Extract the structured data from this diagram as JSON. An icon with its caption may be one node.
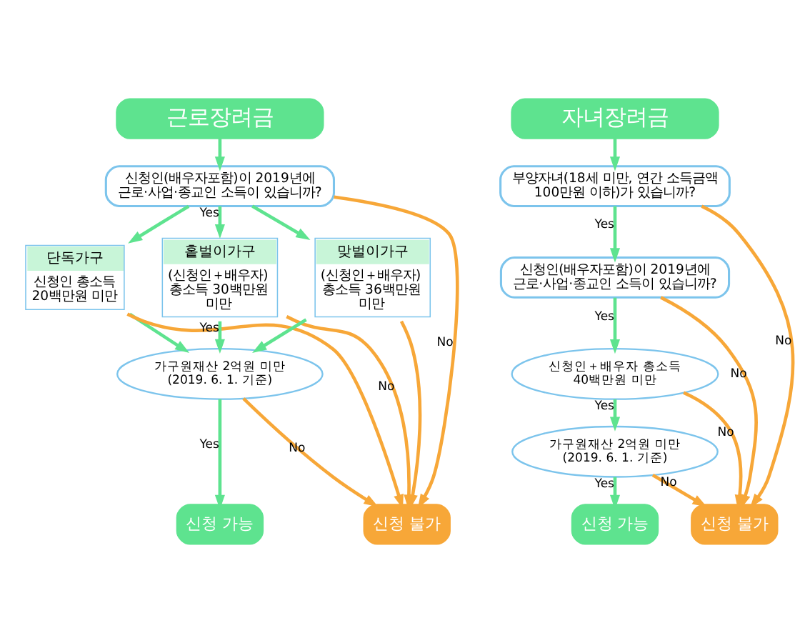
{
  "diagram": {
    "nodes": [
      {
        "text": [
          "근로장려금"
        ]
      },
      {
        "text": [
          "신청인(배우자포함)이 2019년에 근로·사업·종교인 소득이 있습니까?"
        ]
      },
      {
        "text": [
          "단독가구",
          "신청인 총소득 20백만원 미만"
        ]
      },
      {
        "text": [
          "홑벌이가구",
          "(신청인＋배우자) 총소득 30백만원 미만"
        ]
      },
      {
        "text": [
          "맞벌이가구",
          "(신청인＋배우자) 총소득 36백만원 미만"
        ]
      },
      {
        "text": [
          "가구원재산 2억원 미만 (2019. 6. 1. 기준)"
        ]
      },
      {
        "text": [
          "신청 가능"
        ]
      },
      {
        "text": [
          "신청 불가"
        ]
      },
      {
        "text": [
          "자녀장려금"
        ]
      },
      {
        "text": [
          "부양자녀(18세 미만, 연간 소득금액 100만원 이하)가 있습니까?"
        ]
      },
      {
        "text": [
          "신청인(배우자포함)이 2019년에 근로·사업·종교인 소득이 있습니까?"
        ]
      },
      {
        "text": [
          "신청인＋배우자 총소득 40백만원 미만"
        ]
      },
      {
        "text": [
          "가구원재산 2억원 미만 (2019. 6. 1. 기준)"
        ]
      },
      {
        "text": [
          "신청 가능"
        ]
      },
      {
        "text": [
          "신청 불가"
        ]
      }
    ],
    "edges": [
      {
        "from": 0,
        "to": 1,
        "arrow": "to"
      },
      {
        "from": 1,
        "to": 2,
        "arrow": "to"
      },
      {
        "from": 1,
        "to": 3,
        "arrow": "to",
        "label": "Yes"
      },
      {
        "from": 1,
        "to": 4,
        "arrow": "to"
      },
      {
        "from": 1,
        "to": 7,
        "arrow": "to",
        "label": "No",
        "color": "#f7a738"
      },
      {
        "from": 2,
        "to": 5,
        "arrow": "to"
      },
      {
        "from": 3,
        "to": 5,
        "arrow": "to",
        "label": "Yes"
      },
      {
        "from": 4,
        "to": 5,
        "arrow": "to"
      },
      {
        "from": 2,
        "to": 7,
        "arrow": "to",
        "color": "#f7a738"
      },
      {
        "from": 3,
        "to": 7,
        "arrow": "to",
        "label": "No",
        "color": "#f7a738"
      },
      {
        "from": 4,
        "to": 7,
        "arrow": "to",
        "color": "#f7a738"
      },
      {
        "from": 5,
        "to": 6,
        "arrow": "to",
        "label": "Yes"
      },
      {
        "from": 5,
        "to": 7,
        "arrow": "to",
        "label": "No",
        "color": "#f7a738"
      },
      {
        "from": 8,
        "to": 9,
        "arrow": "to"
      },
      {
        "from": 9,
        "to": 10,
        "arrow": "to",
        "label": "Yes"
      },
      {
        "from": 9,
        "to": 14,
        "arrow": "to",
        "label": "No",
        "color": "#f7a738"
      },
      {
        "from": 10,
        "to": 11,
        "arrow": "to",
        "label": "Yes"
      },
      {
        "from": 10,
        "to": 14,
        "arrow": "to",
        "label": "No",
        "color": "#f7a738"
      },
      {
        "from": 11,
        "to": 12,
        "arrow": "to",
        "label": "Yes"
      },
      {
        "from": 11,
        "to": 14,
        "arrow": "to",
        "label": "No",
        "color": "#f7a738"
      },
      {
        "from": 12,
        "to": 13,
        "arrow": "to",
        "label": "Yes"
      },
      {
        "from": 12,
        "to": 14,
        "arrow": "to",
        "label": "No",
        "color": "#f7a738"
      }
    ]
  }
}
